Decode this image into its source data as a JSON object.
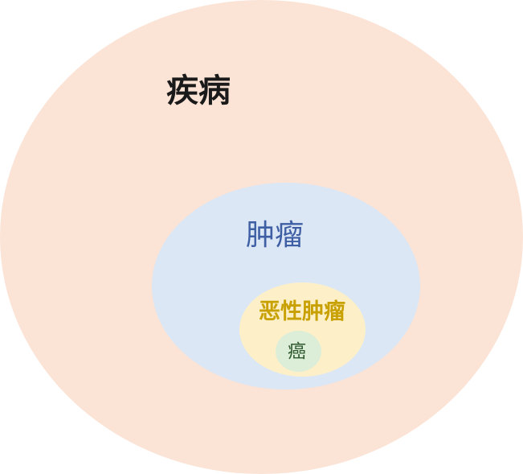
{
  "diagram": {
    "type": "nested-ellipses",
    "regions": [
      {
        "id": "disease",
        "label": "疾病",
        "fill": "#fbe3d6"
      },
      {
        "id": "tumor",
        "label": "肿瘤",
        "fill": "#dbe7f5"
      },
      {
        "id": "malignant",
        "label": "恶性肿瘤",
        "fill": "#fdf0c8"
      },
      {
        "id": "cancer",
        "label": "癌",
        "fill": "#dceed8"
      }
    ],
    "label_colors": {
      "disease": "#1a1a1a",
      "tumor": "#3f5fa5",
      "malignant": "#c8a000",
      "cancer": "#2f5a2f"
    }
  }
}
